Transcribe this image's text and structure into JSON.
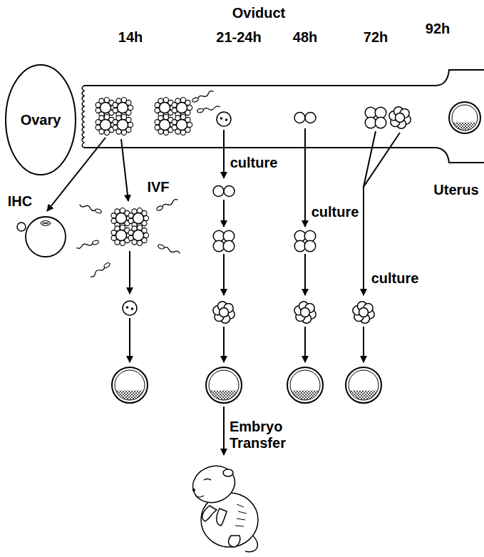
{
  "diagram": {
    "nodes": [
      {
        "text": [
          "Ovary"
        ]
      },
      {
        "text": [
          "Oviduct"
        ]
      }
    ],
    "labels": [
      "14h",
      "21-24h",
      "48h",
      "72h",
      "92h",
      "Uterus",
      "IHC",
      "IVF",
      "culture",
      "culture",
      "culture",
      "Embryo Transfer"
    ]
  }
}
